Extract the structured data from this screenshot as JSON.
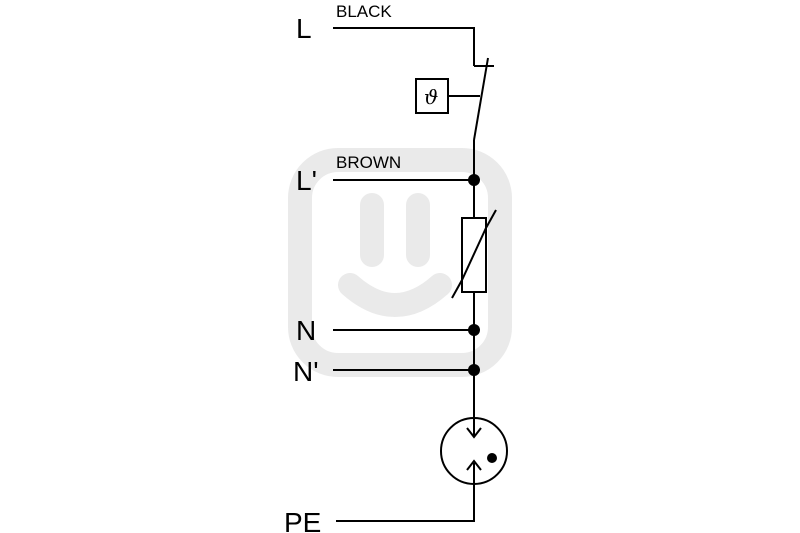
{
  "terminals": {
    "l": "L",
    "l_prime": "L'",
    "n": "N",
    "n_prime": "N'",
    "pe": "PE"
  },
  "wires": {
    "l_color": "BLACK",
    "l_prime_color": "BROWN"
  },
  "thermal_symbol": "ϑ",
  "colors": {
    "line": "#000000",
    "background": "#ffffff",
    "watermark": "#d9d9d9"
  }
}
